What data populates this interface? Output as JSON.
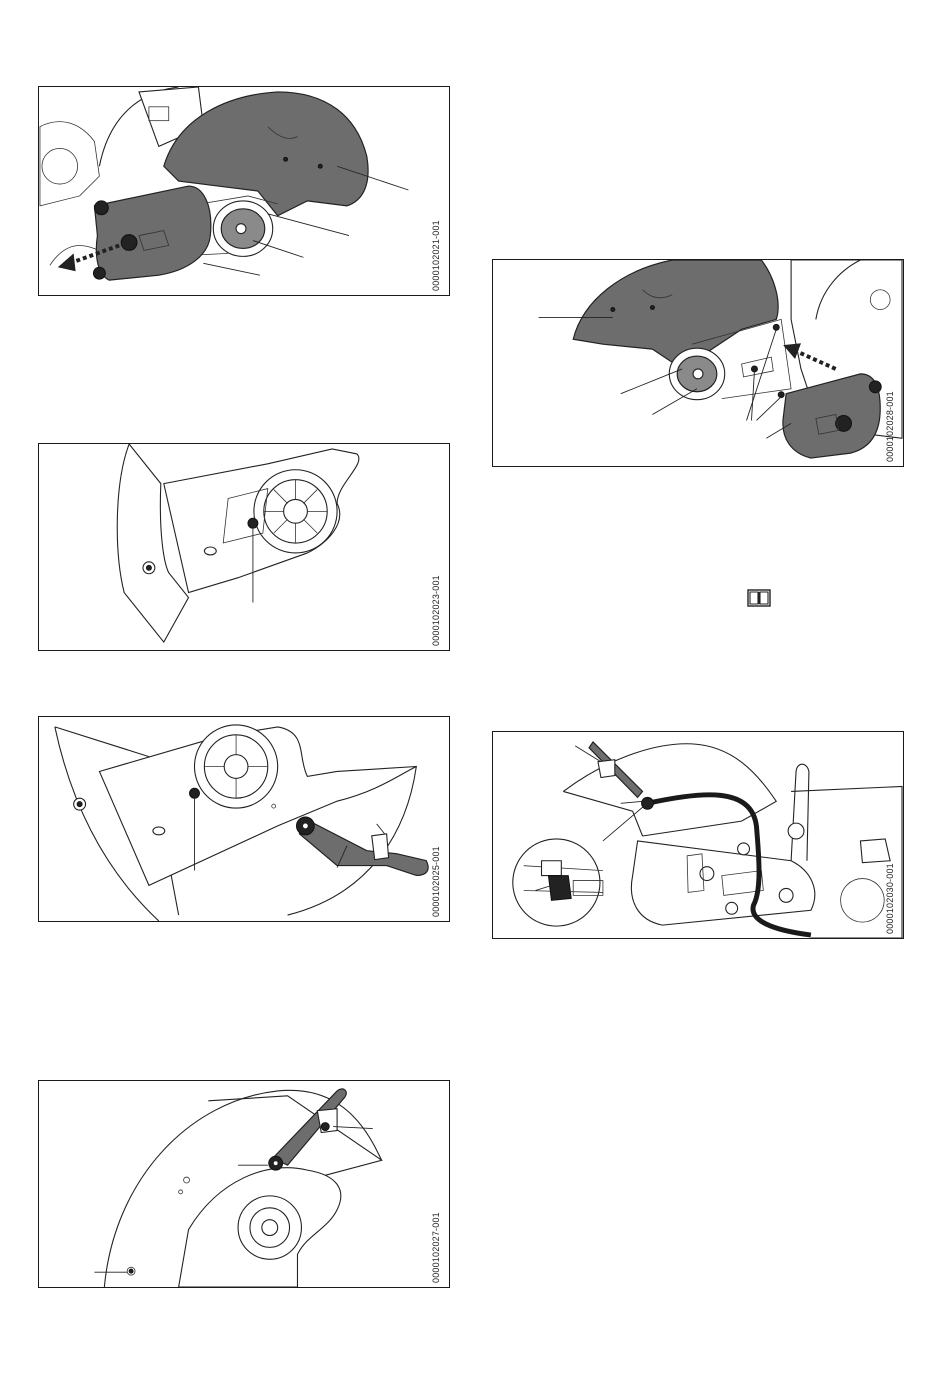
{
  "figures": [
    {
      "id": "fig-1",
      "code": "0000102021-001"
    },
    {
      "id": "fig-2",
      "code": "0000102023-001"
    },
    {
      "id": "fig-3",
      "code": "0000102025-001"
    },
    {
      "id": "fig-4",
      "code": "0000102027-001"
    },
    {
      "id": "fig-5",
      "code": "0000102028-001"
    },
    {
      "id": "fig-6",
      "code": "0000102030-001"
    }
  ],
  "icons": {
    "manual_reference": "open-book-icon"
  }
}
